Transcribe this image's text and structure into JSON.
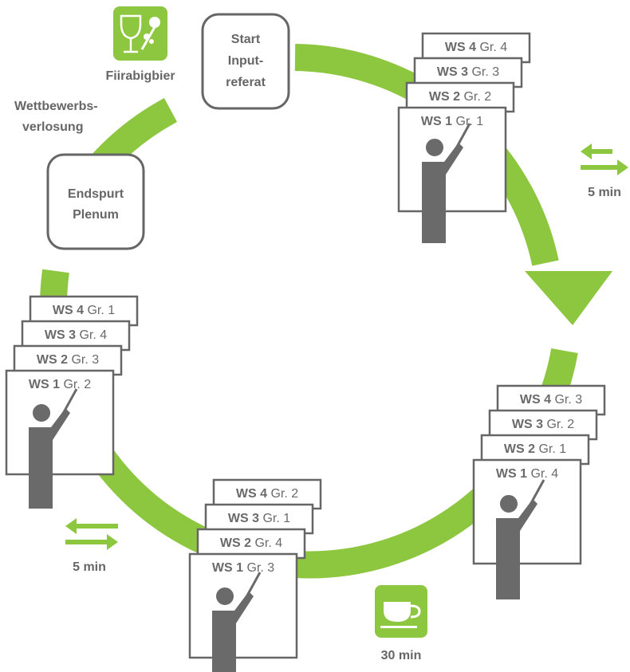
{
  "colors": {
    "ring": "#8dc63f",
    "gray": "#6a6a6a",
    "box_border": "#666666",
    "icon_bg": "#8dc63f"
  },
  "labels": {
    "start_line1": "Start",
    "start_line2": "Input-",
    "start_line3": "referat",
    "endspurt_line1": "Endspurt",
    "endspurt_line2": "Plenum",
    "fiirabigbier": "Fiirabigbier",
    "wettbewerb_line1": "Wettbewerbs-",
    "wettbewerb_line2": "verlosung",
    "switch_right": "5 min",
    "switch_left": "5 min",
    "pause": "30 min"
  },
  "icons": {
    "drinks": "wine-glass-icon",
    "coffee": "coffee-cup-icon",
    "switch": "swap-arrows-icon",
    "presenter": "presenter-icon"
  },
  "stacks": [
    {
      "id": "top-right",
      "cards": [
        {
          "ws": "WS 4",
          "gr": "Gr. 4"
        },
        {
          "ws": "WS 3",
          "gr": "Gr. 3"
        },
        {
          "ws": "WS 2",
          "gr": "Gr. 2"
        },
        {
          "ws": "WS 1",
          "gr": "Gr. 1"
        }
      ]
    },
    {
      "id": "bottom-right",
      "cards": [
        {
          "ws": "WS 4",
          "gr": "Gr. 3"
        },
        {
          "ws": "WS 3",
          "gr": "Gr. 2"
        },
        {
          "ws": "WS 2",
          "gr": "Gr. 1"
        },
        {
          "ws": "WS 1",
          "gr": "Gr. 4"
        }
      ]
    },
    {
      "id": "bottom-center",
      "cards": [
        {
          "ws": "WS 4",
          "gr": "Gr. 2"
        },
        {
          "ws": "WS 3",
          "gr": "Gr. 1"
        },
        {
          "ws": "WS 2",
          "gr": "Gr. 4"
        },
        {
          "ws": "WS 1",
          "gr": "Gr. 3"
        }
      ]
    },
    {
      "id": "left",
      "cards": [
        {
          "ws": "WS 4",
          "gr": "Gr. 1"
        },
        {
          "ws": "WS 3",
          "gr": "Gr. 4"
        },
        {
          "ws": "WS 2",
          "gr": "Gr. 3"
        },
        {
          "ws": "WS 1",
          "gr": "Gr. 2"
        }
      ]
    }
  ]
}
